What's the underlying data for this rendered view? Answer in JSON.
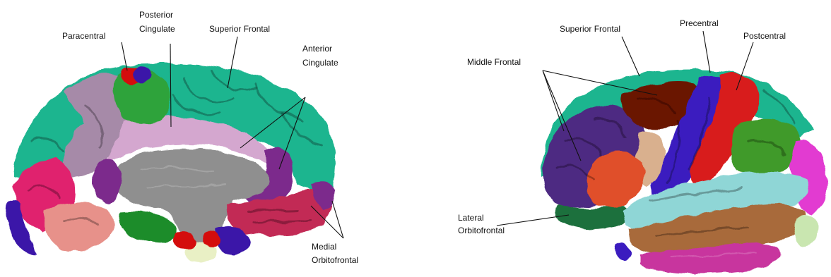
{
  "medial_view": {
    "labels": {
      "paracentral": "Paracentral",
      "posterior_cingulate_1": "Posterior",
      "posterior_cingulate_2": "Cingulate",
      "superior_frontal": "Superior Frontal",
      "anterior_cingulate_1": "Anterior",
      "anterior_cingulate_2": "Cingulate",
      "medial_orbitofrontal_1": "Medial",
      "medial_orbitofrontal_2": "Orbitofrontal"
    },
    "colors": {
      "superior_frontal": "#1fb58f",
      "paracentral": "#2fa33a",
      "posterior_cingulate": "#d4a7cf",
      "precuneus": "#a68aa8",
      "anterior_cingulate": "#7c2a8c",
      "medial_orbitofrontal": "#c22a55",
      "corpus_callosum": "#8f8f8f",
      "cuneus": "#e0226e",
      "lingual": "#e7918a",
      "parahippocampal": "#1b8c2b",
      "small_red": "#d40f0f",
      "small_blue": "#3a16a8"
    }
  },
  "lateral_view": {
    "labels": {
      "superior_frontal": "Superior Frontal",
      "precentral": "Precentral",
      "postcentral": "Postcentral",
      "middle_frontal": "Middle Frontal",
      "lateral_orbitofrontal_1": "Lateral",
      "lateral_orbitofrontal_2": "Orbitofrontal"
    },
    "colors": {
      "superior_frontal": "#1fb58f",
      "middle_frontal": "#4e2b82",
      "caudal_middle_frontal": "#6b1400",
      "precentral": "#3b1dbf",
      "postcentral": "#d81e1e",
      "supramarginal": "#3f9a2a",
      "superior_temporal": "#8fd6d6",
      "middle_temporal": "#a86a3a",
      "inferior_temporal": "#c8359e",
      "pars_opercularis": "#d9b08e",
      "pars_triangularis": "#e0502c",
      "lateral_orbitofrontal": "#1d6f3d",
      "inferior_parietal": "#e23ad1",
      "lateral_occipital": "#c9e6b0"
    }
  }
}
